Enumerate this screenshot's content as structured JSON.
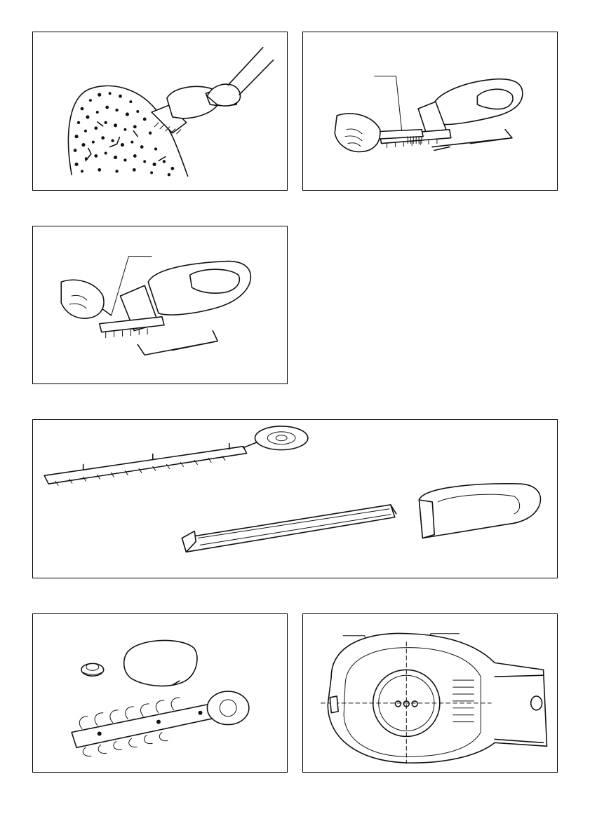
{
  "page": {
    "background": "#ffffff",
    "line_color": "#000000"
  },
  "figures": [
    {
      "id": "fig1",
      "icon": "hedge-trimming-icon"
    },
    {
      "id": "fig2",
      "icon": "brush-cleaning-blade-icon"
    },
    {
      "id": "fig3",
      "icon": "oiling-blade-icon"
    },
    {
      "id": "fig4",
      "icon": "blade-cover-and-guard-parts-icon"
    },
    {
      "id": "fig5",
      "icon": "shear-blade-assembly-parts-icon"
    },
    {
      "id": "fig6",
      "icon": "gear-housing-alignment-icon"
    }
  ]
}
